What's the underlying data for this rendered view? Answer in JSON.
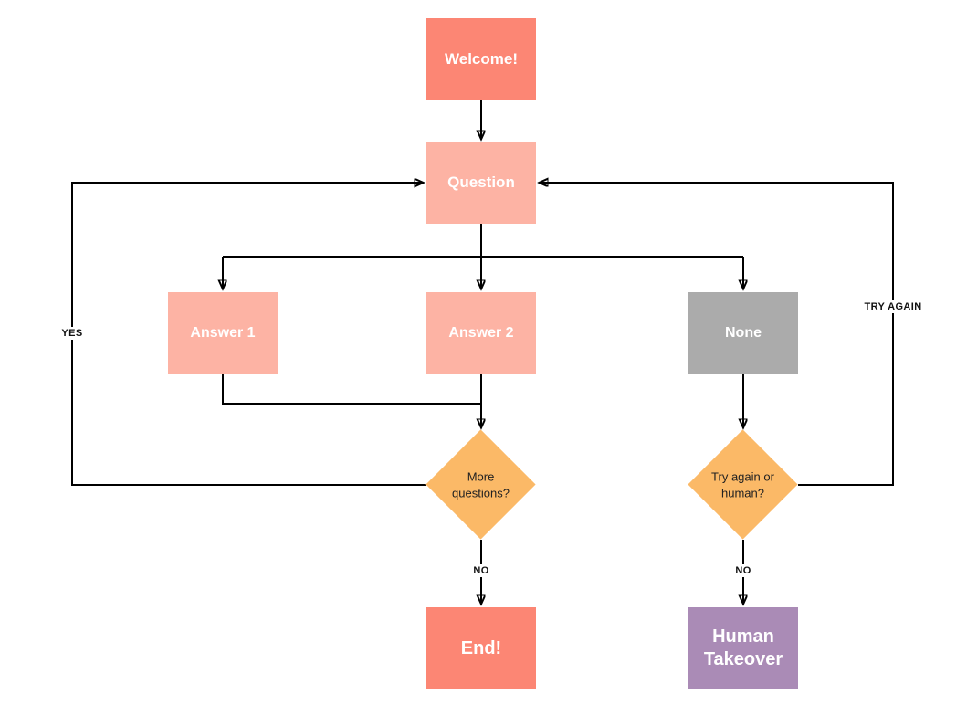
{
  "nodes": {
    "welcome": {
      "label": "Welcome!",
      "shape": "rectangle",
      "color": "#FC8674",
      "text_color": "#FFFFFF"
    },
    "question": {
      "label": "Question",
      "shape": "rectangle",
      "color": "#FDB3A4",
      "text_color": "#FFFFFF"
    },
    "answer_1": {
      "label": "Answer 1",
      "shape": "rectangle",
      "color": "#FDB3A4",
      "text_color": "#FFFFFF"
    },
    "answer_2": {
      "label": "Answer 2",
      "shape": "rectangle",
      "color": "#FDB3A4",
      "text_color": "#FFFFFF"
    },
    "none": {
      "label": "None",
      "shape": "rectangle",
      "color": "#ABABAB",
      "text_color": "#FFFFFF"
    },
    "more_questions": {
      "label": "More\nquestions?",
      "shape": "diamond",
      "color": "#FBB967",
      "text_color": "#212121"
    },
    "try_again_or_human": {
      "label": "Try again or\nhuman?",
      "shape": "diamond",
      "color": "#FBB967",
      "text_color": "#212121"
    },
    "end": {
      "label": "End!",
      "shape": "rectangle",
      "color": "#FC8674",
      "text_color": "#FFFFFF"
    },
    "human_takeover": {
      "label": "Human\nTakeover",
      "shape": "rectangle",
      "color": "#AA8BB6",
      "text_color": "#FFFFFF"
    }
  },
  "edge_labels": {
    "yes": "YES",
    "no_more_questions": "NO",
    "try_again": "TRY AGAIN",
    "no_try_again": "NO"
  },
  "colors": {
    "background": "#FFFFFF",
    "connector": "#000000",
    "salmon": "#FC8674",
    "light_pink": "#FDB3A4",
    "gray": "#ABABAB",
    "orange": "#FBB967",
    "purple": "#AA8BB6"
  }
}
